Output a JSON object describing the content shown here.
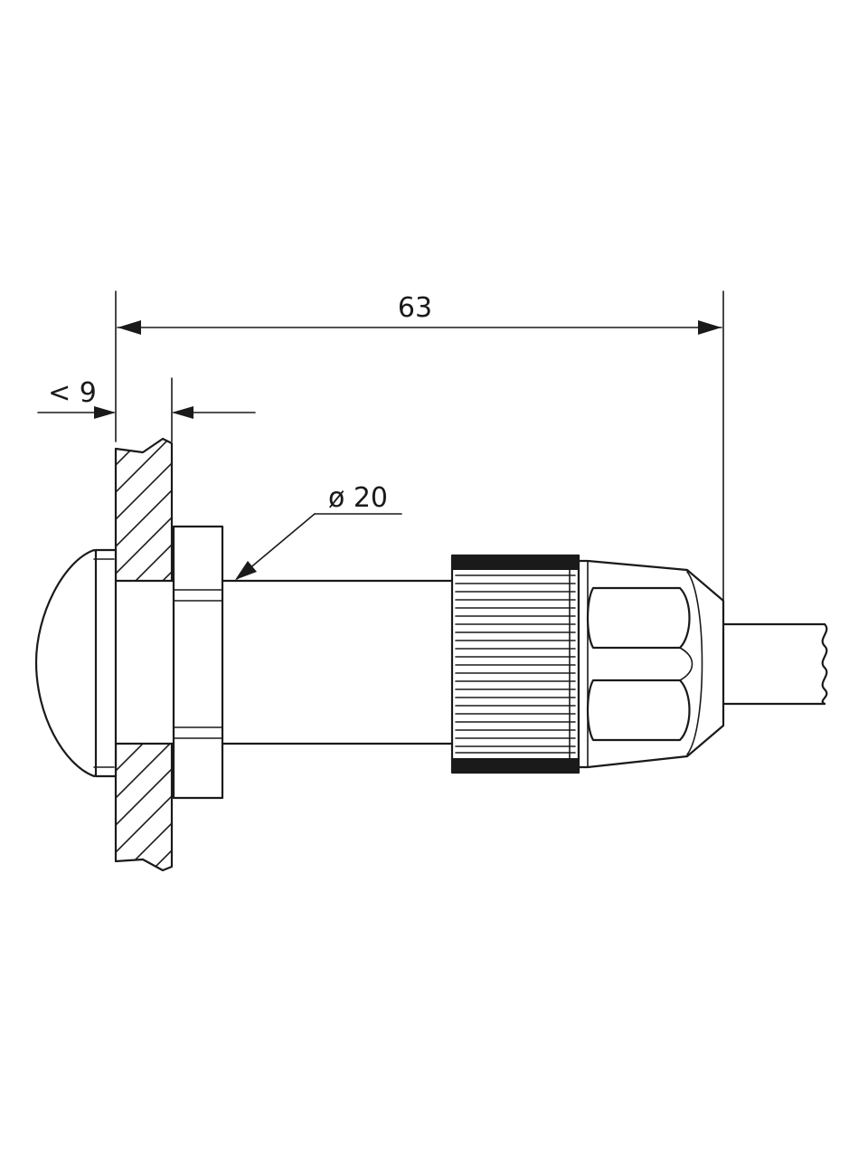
{
  "dimensions": {
    "overall_length": "63",
    "panel_thickness": "< 9",
    "diameter": "ø 20"
  },
  "colors": {
    "line": "#1a1a1a",
    "background": "#ffffff"
  }
}
